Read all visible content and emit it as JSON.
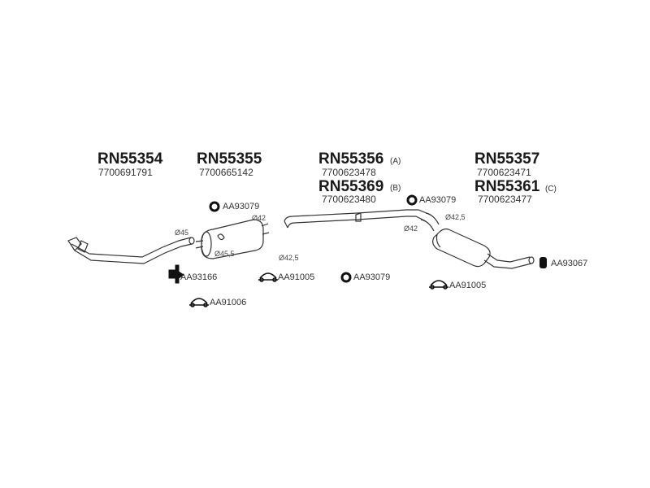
{
  "groups": [
    {
      "code": "RN55354",
      "number": "7700691791",
      "suffix": ""
    },
    {
      "code": "RN55355",
      "number": "7700665142",
      "suffix": ""
    },
    {
      "code": "RN55356",
      "number": "7700623478",
      "suffix": "(A)"
    },
    {
      "code": "RN55369",
      "number": "7700623480",
      "suffix": "(B)"
    },
    {
      "code": "RN55357",
      "number": "7700623471",
      "suffix": ""
    },
    {
      "code": "RN55361",
      "number": "7700623477",
      "suffix": "(C)"
    }
  ],
  "parts": {
    "ring_left": "AA93079",
    "ring_mid_top": "AA93079",
    "ring_mid_low": "AA93079",
    "hanger": "AA93166",
    "clamp_mid": "AA91005",
    "clamp_left": "AA91006",
    "clamp_right": "AA91005",
    "end_mount": "AA93067"
  },
  "dimensions": {
    "d45": "Ø45",
    "d42_a": "Ø42",
    "d45_5": "Ø45,5",
    "d42_5_a": "Ø42,5",
    "d42_b": "Ø42",
    "d42_5_b": "Ø42,5"
  }
}
